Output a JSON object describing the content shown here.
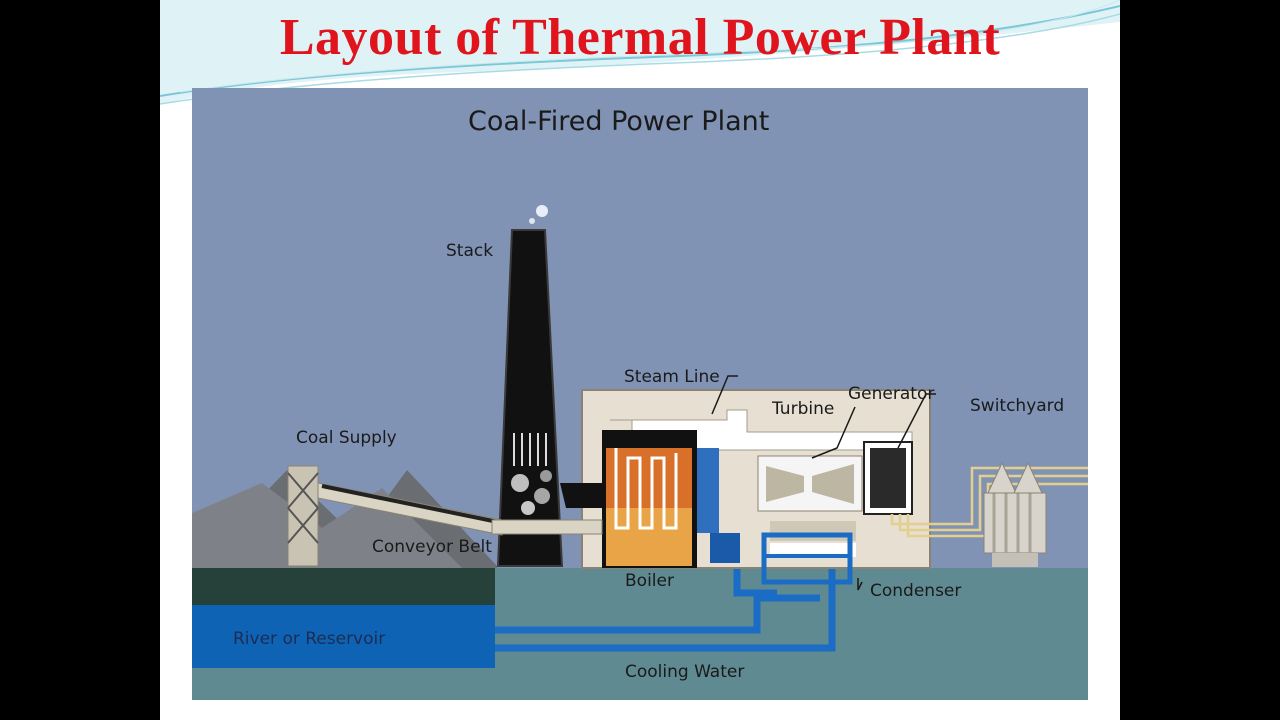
{
  "slide": {
    "title": "Layout of Thermal Power Plant"
  },
  "diagram": {
    "title": "Coal-Fired Power Plant",
    "labels": {
      "stack": "Stack",
      "steam_line": "Steam Line",
      "generator": "Generator",
      "turbine": "Turbine",
      "switchyard": "Switchyard",
      "coal_supply": "Coal Supply",
      "conveyor_belt": "Conveyor Belt",
      "boiler": "Boiler",
      "condenser": "Condenser",
      "river_reservoir": "River or Reservoir",
      "cooling_water": "Cooling Water"
    }
  },
  "colors": {
    "title": "#e0141c",
    "sky": "#8193b5",
    "ground": "#5f8a91",
    "water": "#0f63b4",
    "dark_ground": "#26403a",
    "building": "#e6dfd2",
    "stack": "#111111",
    "pipe": "#1b6cc4"
  }
}
